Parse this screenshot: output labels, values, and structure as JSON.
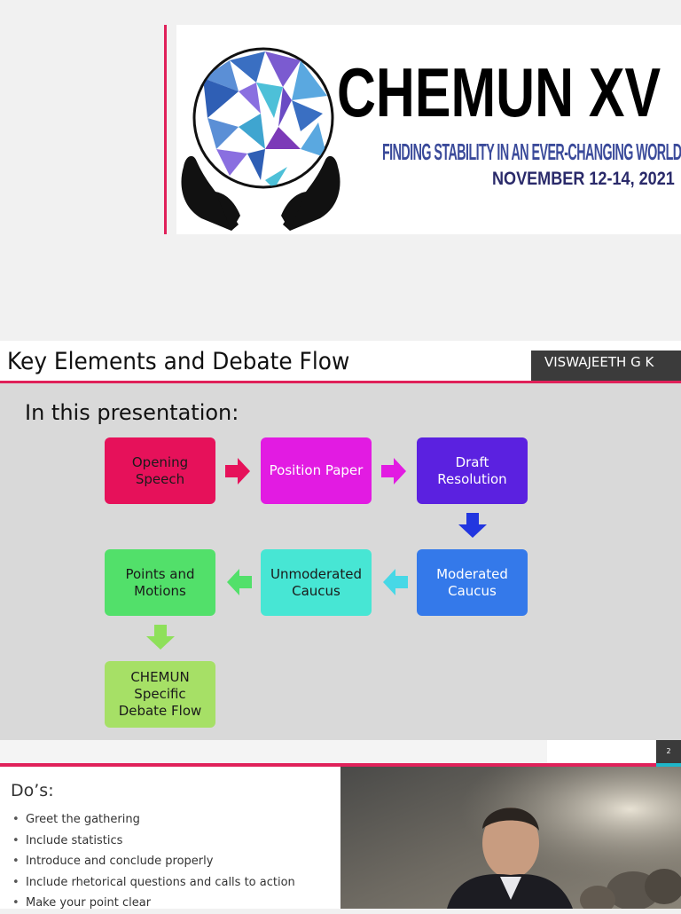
{
  "logo": {
    "title": "CHEMUN XV",
    "tagline": "FINDING STABILITY IN AN EVER-CHANGING WORLD",
    "date": "NOVEMBER 12-14, 2021"
  },
  "slide2": {
    "title": "Key Elements and Debate Flow",
    "author": "VISWAJEETH G K",
    "heading": "In this presentation:",
    "page_number": "2",
    "nodes": [
      {
        "label": "Opening Speech",
        "color": "#e6115a"
      },
      {
        "label": "Position Paper",
        "color": "#e21be2"
      },
      {
        "label": "Draft Resolution",
        "color": "#5b21e0"
      },
      {
        "label": "Moderated Caucus",
        "color": "#3479ea"
      },
      {
        "label": "Unmoderated Caucus",
        "color": "#47e6d4"
      },
      {
        "label": "Points and Motions",
        "color": "#52e06a"
      },
      {
        "label": "CHEMUN Specific Debate Flow",
        "color": "#a6e066"
      }
    ],
    "arrow_colors": [
      "#e6115a",
      "#e21be2",
      "#2236e0",
      "#47d8e6",
      "#52e06a",
      "#8ee05a"
    ]
  },
  "slide3": {
    "heading": "Do’s:",
    "items": [
      "Greet the gathering",
      "Include statistics",
      "Introduce and conclude properly",
      "Include rhetorical questions and calls to action",
      "Make your point clear"
    ]
  }
}
